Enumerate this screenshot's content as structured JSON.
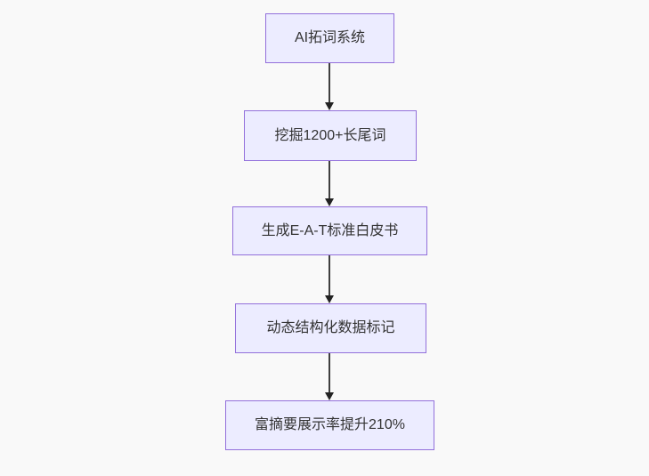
{
  "flowchart": {
    "type": "vertical-flow",
    "nodes": [
      {
        "id": "A",
        "label": "AI拓词系统"
      },
      {
        "id": "B",
        "label": "挖掘1200+长尾词"
      },
      {
        "id": "C",
        "label": "生成E-A-T标准白皮书"
      },
      {
        "id": "D",
        "label": "动态结构化数据标记"
      },
      {
        "id": "E",
        "label": "富摘要展示率提升210%"
      }
    ],
    "edges": [
      {
        "from": "A",
        "to": "B"
      },
      {
        "from": "B",
        "to": "C"
      },
      {
        "from": "C",
        "to": "D"
      },
      {
        "from": "D",
        "to": "E"
      }
    ],
    "colors": {
      "background": "#F9F9F9",
      "node_fill": "#ECECFF",
      "node_border": "#9370DB",
      "edge": "#3F3F3F",
      "edge_head": "#222222",
      "text": "#333333"
    }
  }
}
